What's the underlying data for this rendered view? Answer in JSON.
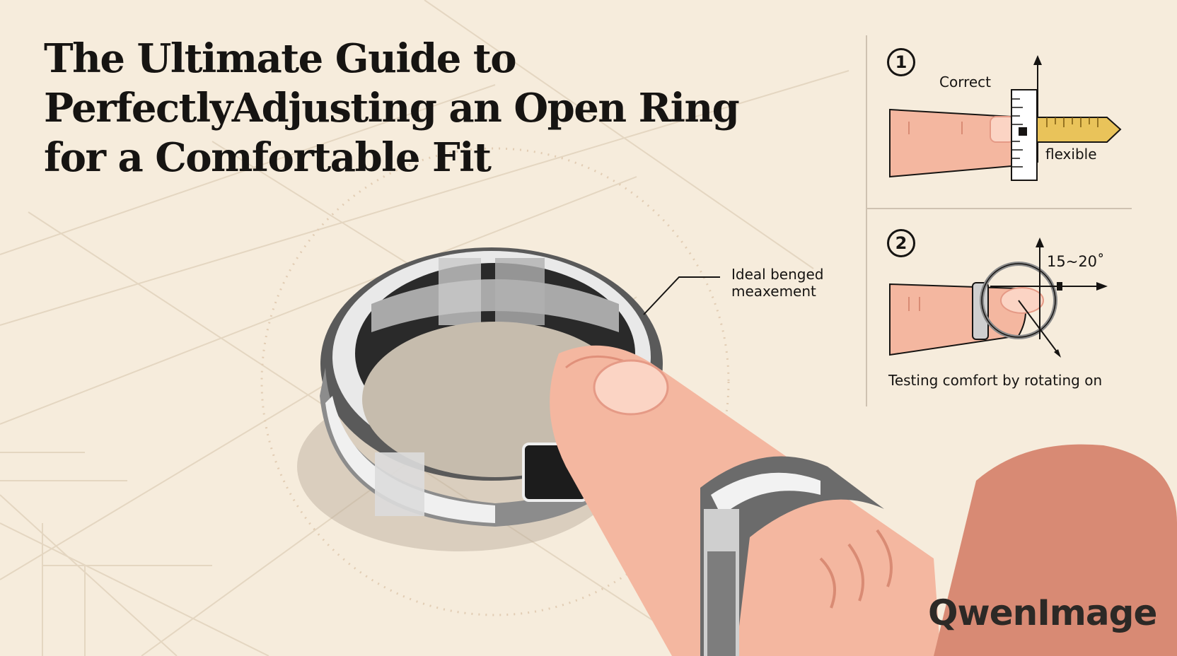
{
  "title": {
    "line1": "The Ultimate Guide to",
    "line2": "PerfectlyAdjusting an Open Ring",
    "line3": "for a Comfortable Fit"
  },
  "callout": {
    "line1": "Ideal benged",
    "line2": "meaxement"
  },
  "steps": [
    {
      "number": "1",
      "labels": {
        "top": "Correct",
        "tape": "flexible"
      }
    },
    {
      "number": "2",
      "labels": {
        "angle": "15~20˚",
        "caption": "Testing comfort by rotating on"
      }
    }
  ],
  "watermark": "QwenImage",
  "colors": {
    "background": "#f6ecdc",
    "skin": "#f4b7a0",
    "skin_shadow": "#e0907a",
    "metal": "#c9c9c9",
    "tape": "#e9c35a",
    "ink": "#161412"
  }
}
